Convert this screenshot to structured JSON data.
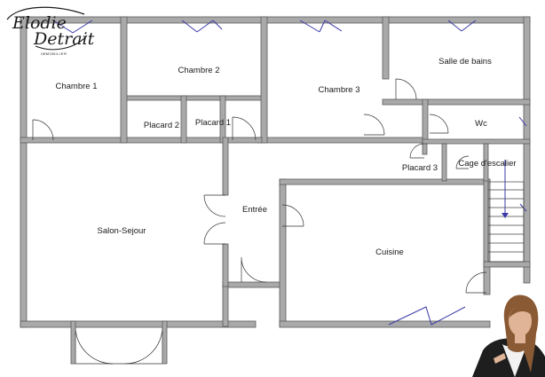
{
  "logo": {
    "line1": "Elodie",
    "line2": "Detrait",
    "tagline": "IMMOBILIER"
  },
  "rooms": {
    "chambre1": "Chambre 1",
    "chambre2": "Chambre 2",
    "chambre3": "Chambre 3",
    "salle_de_bains": "Salle de bains",
    "placard1": "Placard 1",
    "placard2": "Placard 2",
    "placard3": "Placard 3",
    "wc": "Wc",
    "cage_escalier": "Cage d'escalier",
    "entree": "Entrée",
    "salon": "Salon-Sejour",
    "cuisine": "Cuisine"
  },
  "colors": {
    "wall": "#a9a9a9",
    "window": "#3a3aa8"
  },
  "agent_photo": "agent-portrait"
}
